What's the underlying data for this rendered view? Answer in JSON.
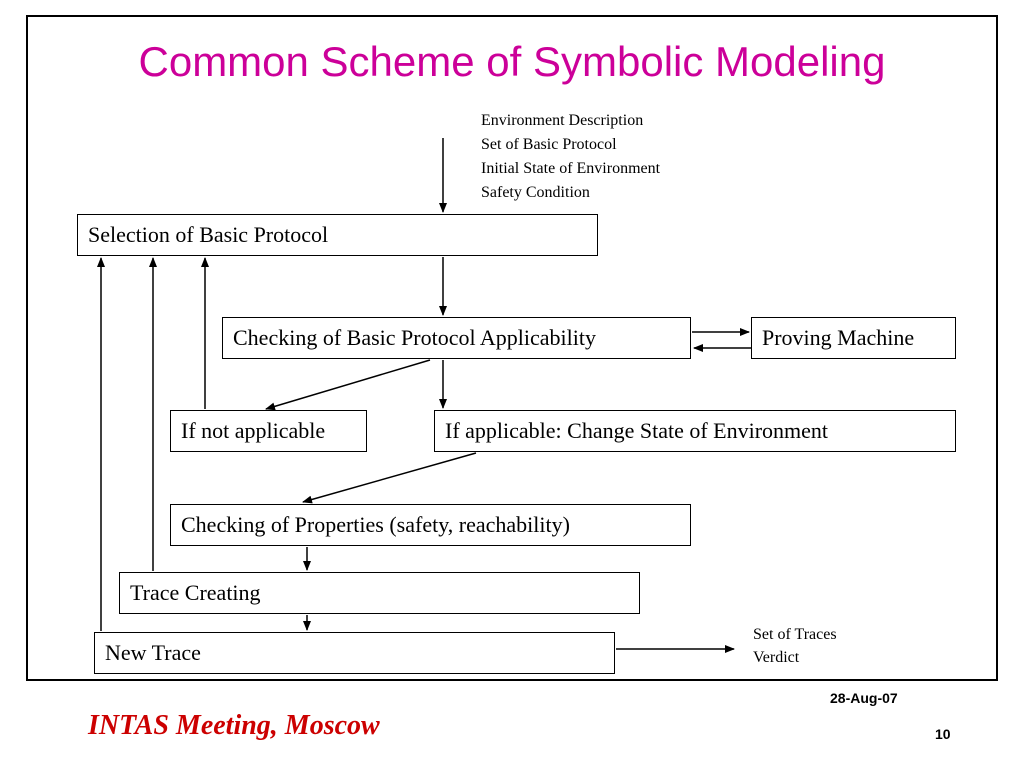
{
  "title": "Common Scheme of Symbolic Modeling",
  "inputs": {
    "items": [
      "Environment Description",
      "Set of Basic Protocol",
      "Initial State of Environment",
      "Safety Condition"
    ]
  },
  "boxes": {
    "selection": "Selection of Basic Protocol",
    "checking_applicability": "Checking of Basic Protocol Applicability",
    "proving_machine": "Proving Machine",
    "not_applicable": "If not applicable",
    "applicable": "If applicable: Change State of Environment",
    "checking_properties": "Checking of Properties (safety, reachability)",
    "trace_creating": "Trace Creating",
    "new_trace": "New Trace"
  },
  "outputs": {
    "items": [
      "Set of Traces",
      "Verdict"
    ]
  },
  "footer": {
    "meeting": "INTAS Meeting, Moscow",
    "date": "28-Aug-07",
    "page": "10"
  },
  "colors": {
    "title": "#cc0099",
    "footer": "#cc0000",
    "line": "#000000"
  }
}
